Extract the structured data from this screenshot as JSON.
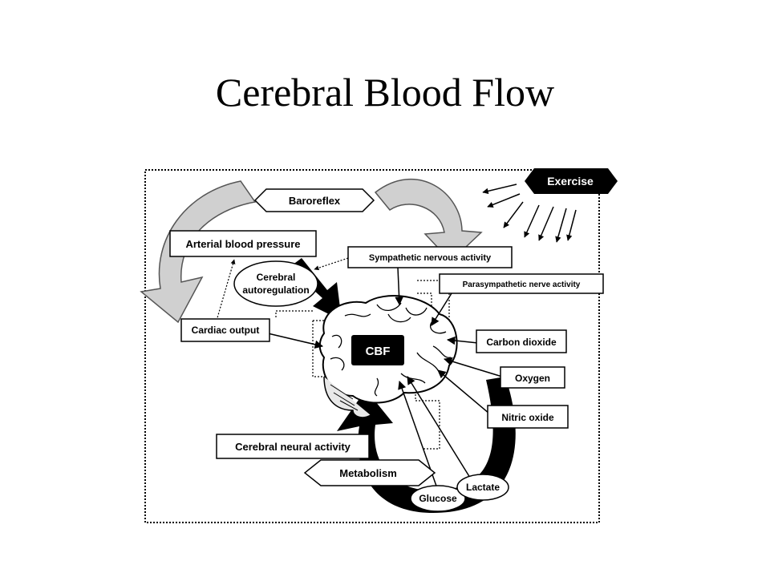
{
  "slide": {
    "title": "Cerebral Blood Flow"
  },
  "diagram": {
    "exercise": "Exercise",
    "baroreflex": "Baroreflex",
    "arterial_blood_pressure": "Arterial blood pressure",
    "sympathetic_nervous_activity": "Sympathetic nervous activity",
    "cerebral_autoregulation_line1": "Cerebral",
    "cerebral_autoregulation_line2": "autoregulation",
    "parasympathetic_nerve_activity": "Parasympathetic nerve activity",
    "cardiac_output": "Cardiac output",
    "cbf": "CBF",
    "carbon_dioxide": "Carbon dioxide",
    "oxygen": "Oxygen",
    "nitric_oxide": "Nitric oxide",
    "cerebral_neural_activity": "Cerebral neural activity",
    "metabolism": "Metabolism",
    "glucose": "Glucose",
    "lactate": "Lactate"
  }
}
